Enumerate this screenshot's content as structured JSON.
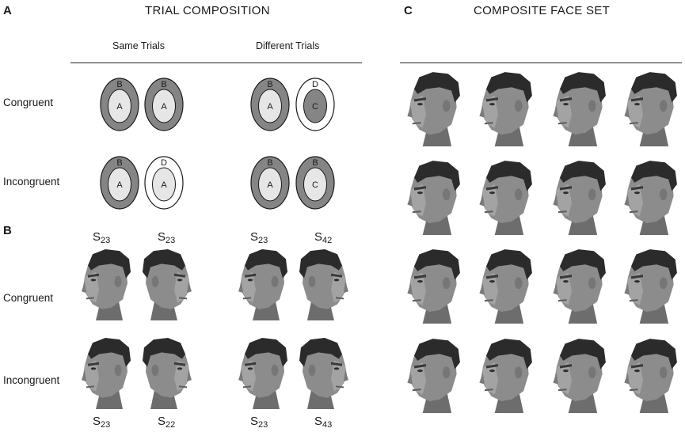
{
  "panel_a": {
    "letter": "A",
    "title": "TRIAL COMPOSITION",
    "col_same": "Same Trials",
    "col_different": "Different Trials",
    "row_congruent": "Congruent",
    "row_incongruent": "Incongruent",
    "ovals": [
      {
        "outer": "B",
        "inner": "A",
        "outer_fill": "dark",
        "inner_fill": "light"
      },
      {
        "outer": "B",
        "inner": "A",
        "outer_fill": "dark",
        "inner_fill": "light"
      },
      {
        "outer": "B",
        "inner": "A",
        "outer_fill": "dark",
        "inner_fill": "light"
      },
      {
        "outer": "D",
        "inner": "C",
        "outer_fill": "white",
        "inner_fill": "dark"
      },
      {
        "outer": "B",
        "inner": "A",
        "outer_fill": "dark",
        "inner_fill": "light"
      },
      {
        "outer": "D",
        "inner": "A",
        "outer_fill": "white",
        "inner_fill": "light"
      },
      {
        "outer": "B",
        "inner": "A",
        "outer_fill": "dark",
        "inner_fill": "light"
      },
      {
        "outer": "B",
        "inner": "C",
        "outer_fill": "dark",
        "inner_fill": "light"
      }
    ],
    "colors": {
      "dark": "#858585",
      "light": "#e6e6e6",
      "white": "#ffffff"
    }
  },
  "panel_b": {
    "letter": "B",
    "row_congruent": "Congruent",
    "row_incongruent": "Incongruent",
    "top_labels": [
      {
        "base": "S",
        "sub": "23"
      },
      {
        "base": "S",
        "sub": "23"
      },
      {
        "base": "S",
        "sub": "23"
      },
      {
        "base": "S",
        "sub": "42"
      }
    ],
    "bottom_labels": [
      {
        "base": "S",
        "sub": "23"
      },
      {
        "base": "S",
        "sub": "22"
      },
      {
        "base": "S",
        "sub": "23"
      },
      {
        "base": "S",
        "sub": "43"
      }
    ]
  },
  "panel_c": {
    "letter": "C",
    "title": "COMPOSITE FACE SET"
  }
}
